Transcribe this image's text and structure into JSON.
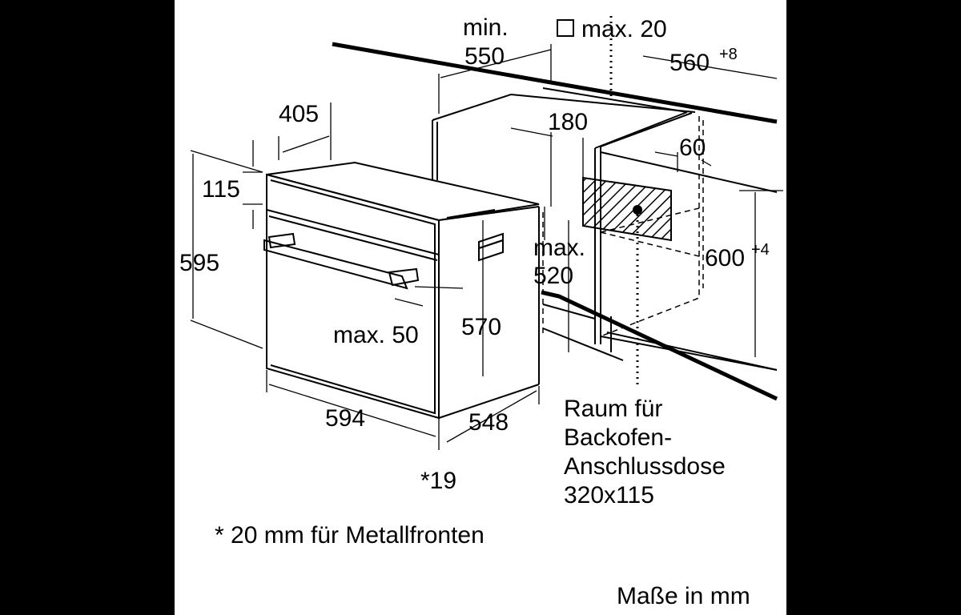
{
  "labels": {
    "min": "min.",
    "d550": "550",
    "max20": "max. 20",
    "d560": "560",
    "d560_tol": "+8",
    "d405": "405",
    "d180": "180",
    "d60": "60",
    "d115": "115",
    "d595": "595",
    "max_top": "max.",
    "d520": "520",
    "d600": "600",
    "d600_tol": "+4",
    "max50": "max. 50",
    "d570": "570",
    "d594": "594",
    "d548": "548",
    "star19": "*19",
    "raum1": "Raum für",
    "raum2": "Backofen-",
    "raum3": "Anschlussdose",
    "raum4": "320x115",
    "footnote": "* 20 mm für Metallfronten",
    "units": "Maße in mm"
  }
}
